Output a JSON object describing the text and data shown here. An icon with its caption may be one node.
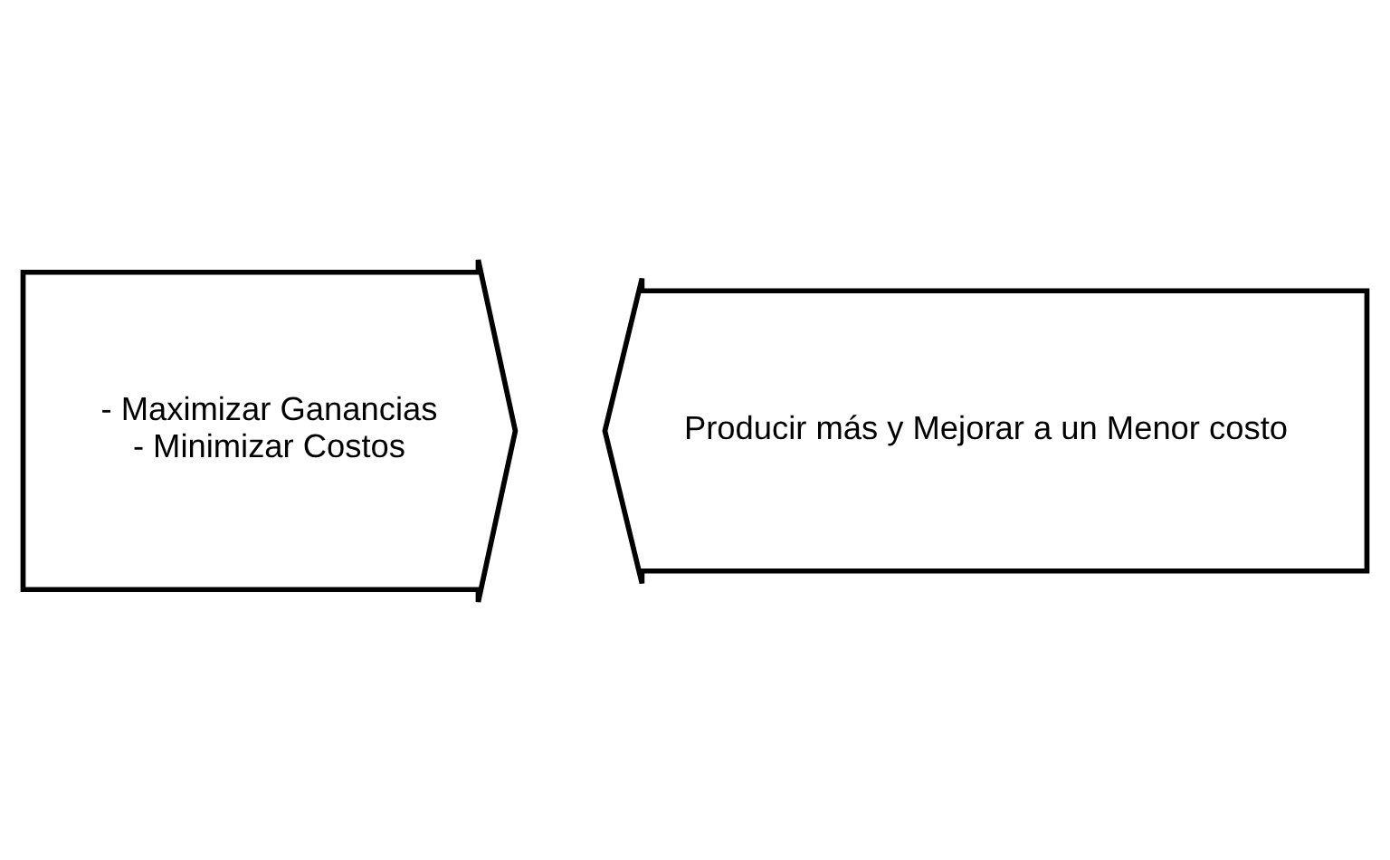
{
  "diagram": {
    "nodes": [
      {
        "text": [
          "- Maximizar Ganancias",
          "- Minimizar Costos"
        ]
      },
      {
        "text": [
          "Producir más y Mejorar a un Menor costo"
        ]
      }
    ],
    "edges": []
  }
}
